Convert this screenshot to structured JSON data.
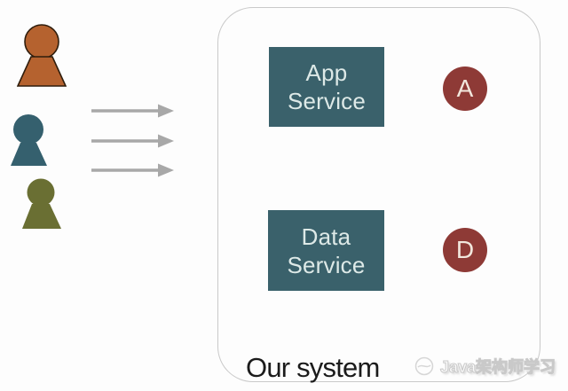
{
  "colors": {
    "background": "#fdfdfd",
    "container_border": "#c9c9c9",
    "service_box_fill": "#3a616b",
    "service_box_text": "#dde9e7",
    "badge_fill": "#8e3a36",
    "badge_text": "#f2e7dd",
    "person_orange_fill": "#b5622f",
    "person_orange_outline": "#2f1d0c",
    "person_teal_fill": "#35606e",
    "person_olive_fill": "#6a6f33",
    "arrow": "#a8a8a8",
    "system_label_text": "#1b1b1b",
    "watermark_text_fill": "#fbfbfb",
    "watermark_outline": "#c9c9c9"
  },
  "icons": {
    "users": [
      "person-icon-orange",
      "person-icon-teal",
      "person-icon-olive"
    ],
    "arrows": "arrow-right-icon",
    "watermark_logo": "logo-icon"
  },
  "system": {
    "label": "Our system",
    "services": [
      {
        "name": "app-service",
        "label": "App\nService",
        "badge": "A"
      },
      {
        "name": "data-service",
        "label": "Data\nService",
        "badge": "D"
      }
    ]
  },
  "watermark": {
    "text": "Java架构师学习"
  }
}
